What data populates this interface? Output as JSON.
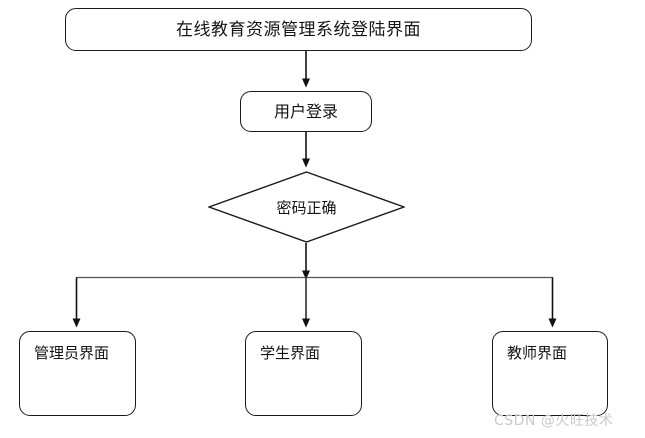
{
  "diagram": {
    "type": "flowchart",
    "background_color": "#ffffff",
    "line_color": "#1a1a1a",
    "text_color": "#141414",
    "nodes": {
      "title": {
        "label": "在线教育资源管理系统登陆界面",
        "shape": "rounded-rectangle"
      },
      "login": {
        "label": "用户登录",
        "shape": "rounded-rectangle"
      },
      "decision": {
        "label": "密码正确",
        "shape": "diamond"
      },
      "admin": {
        "label": "管理员界面",
        "shape": "rounded-rectangle"
      },
      "student": {
        "label": "学生界面",
        "shape": "rounded-rectangle"
      },
      "teacher": {
        "label": "教师界面",
        "shape": "rounded-rectangle"
      }
    },
    "edges": [
      {
        "from": "title",
        "to": "login",
        "style": "arrow-down"
      },
      {
        "from": "login",
        "to": "decision",
        "style": "arrow-down"
      },
      {
        "from": "decision",
        "to": "admin",
        "style": "elbow-arrow"
      },
      {
        "from": "decision",
        "to": "student",
        "style": "arrow-down"
      },
      {
        "from": "decision",
        "to": "teacher",
        "style": "elbow-arrow"
      }
    ]
  },
  "watermark": {
    "text": "CSDN @火旺技术",
    "color": "#c9c9cf"
  }
}
